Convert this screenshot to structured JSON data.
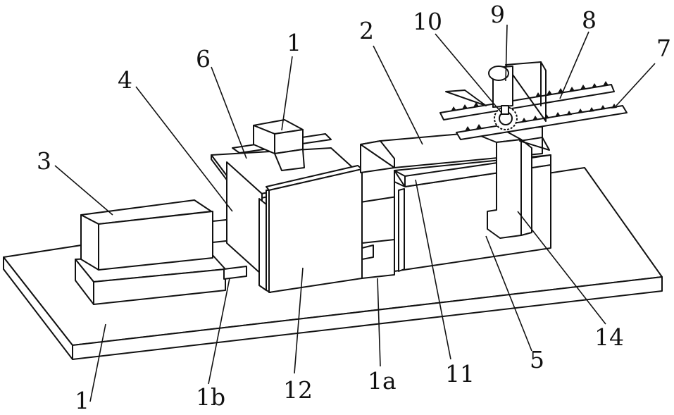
{
  "labels": {
    "base_plate": "1",
    "top_clamp": "1",
    "slide_body": "2",
    "motor": "3",
    "coupling_block": "4",
    "right_box": "5",
    "top_plate": "6",
    "rack_front": "7",
    "rack_back": "8",
    "gear_motor": "9",
    "gear": "10",
    "rail_strip": "11",
    "front_box": "12",
    "hook_arm": "14",
    "gap_a": "1a",
    "gap_b": "1b"
  }
}
